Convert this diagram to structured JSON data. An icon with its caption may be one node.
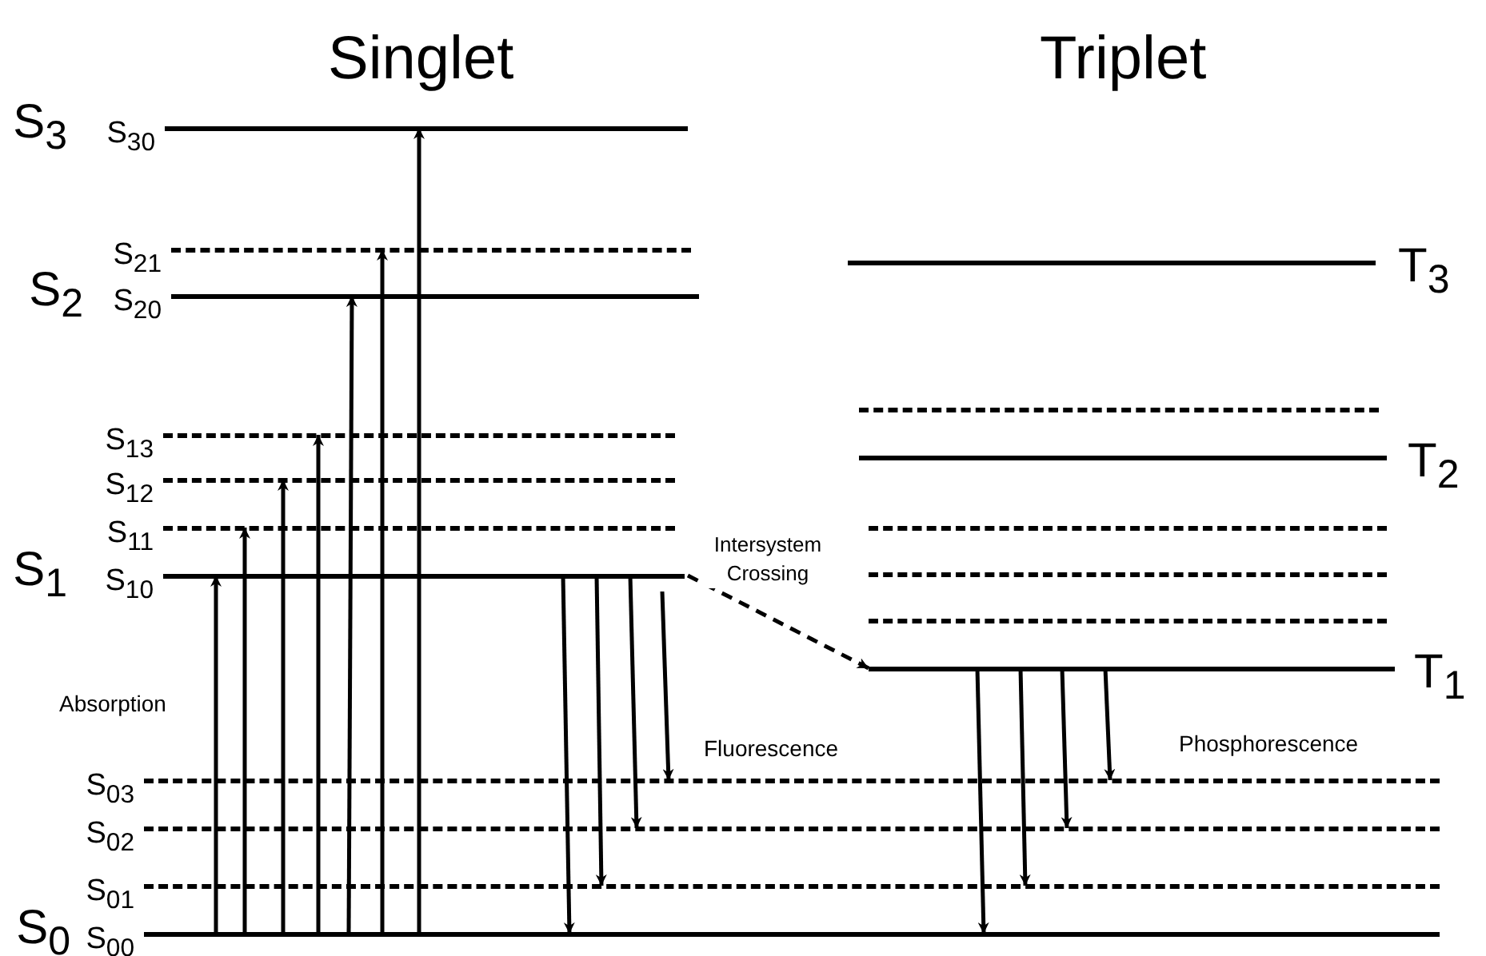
{
  "diagram": {
    "nodes": [
      {
        "text": [
          "S$_{30}$"
        ],
        "beside": [
          "S$_{3}$"
        ]
      },
      {
        "text": [
          "S$_{21}$"
        ]
      },
      {
        "text": [
          "S$_{20}$"
        ],
        "beside": [
          "S$_{2}$"
        ]
      },
      {
        "text": [
          "S$_{13}$"
        ]
      },
      {
        "text": [
          "S$_{12}$"
        ]
      },
      {
        "text": [
          "S$_{11}$"
        ]
      },
      {
        "text": [
          "S$_{10}$"
        ],
        "beside": [
          "S$_{1}$"
        ]
      },
      {
        "text": [
          "S$_{03}$"
        ]
      },
      {
        "text": [
          "S$_{02}$"
        ]
      },
      {
        "text": [
          "S$_{01}$"
        ]
      },
      {
        "text": [
          "S$_{00}$"
        ],
        "beside": [
          "S$_{0}$"
        ]
      },
      {
        "text": [
          "T$_{3}$"
        ]
      },
      {
        "text": [],
        "shape": "bar"
      },
      {
        "text": [
          "T$_{2}$"
        ]
      },
      {
        "text": [],
        "shape": "bar"
      },
      {
        "text": [],
        "shape": "bar"
      },
      {
        "text": [],
        "shape": "bar"
      },
      {
        "text": [
          "T$_{1}$"
        ]
      }
    ],
    "edges": [
      {
        "from": 10,
        "to": 6,
        "arrow": "to"
      },
      {
        "from": 10,
        "to": 5,
        "arrow": "to"
      },
      {
        "from": 10,
        "to": 4,
        "arrow": "to"
      },
      {
        "from": 10,
        "to": 3,
        "arrow": "to"
      },
      {
        "from": 10,
        "to": 2,
        "arrow": "to"
      },
      {
        "from": 10,
        "to": 1,
        "arrow": "to"
      },
      {
        "from": 10,
        "to": 0,
        "arrow": "to"
      },
      {
        "from": 6,
        "to": 17,
        "arrow": "to",
        "style": "dashed",
        "label": "Intersystem Crossing"
      },
      {
        "from": 6,
        "to": 10,
        "arrow": "to"
      },
      {
        "from": 6,
        "to": 9,
        "arrow": "to"
      },
      {
        "from": 6,
        "to": 8,
        "arrow": "to"
      },
      {
        "from": 6,
        "to": 7,
        "arrow": "to"
      },
      {
        "from": 17,
        "to": 10,
        "arrow": "to"
      },
      {
        "from": 17,
        "to": 9,
        "arrow": "to"
      },
      {
        "from": 17,
        "to": 8,
        "arrow": "to"
      },
      {
        "from": 17,
        "to": 7,
        "arrow": "to"
      }
    ],
    "labels": [
      "Singlet",
      "Triplet",
      "Absorption",
      "Fluorescence",
      "Phosphorescence"
    ]
  }
}
